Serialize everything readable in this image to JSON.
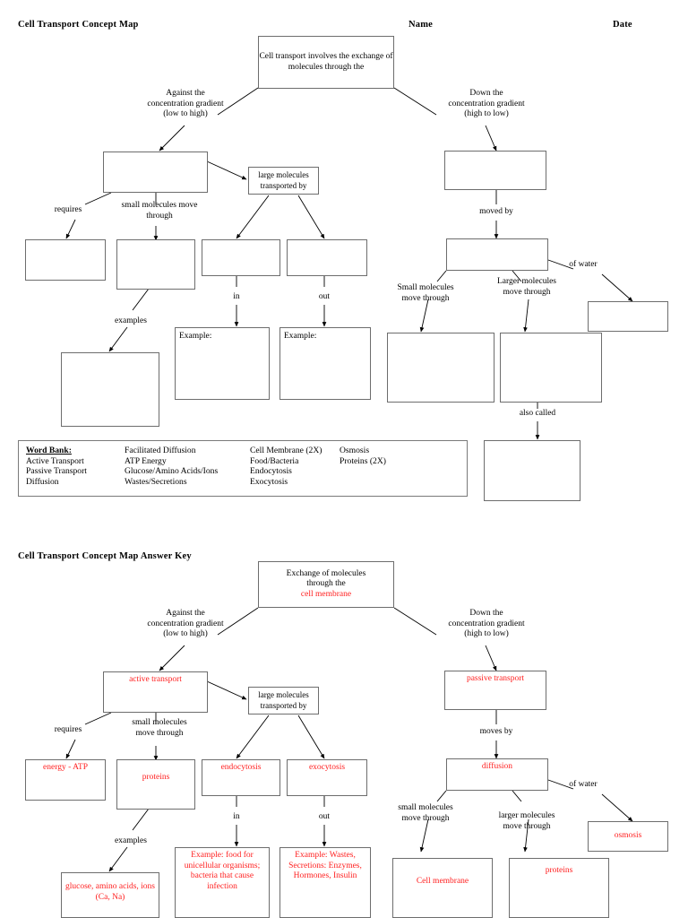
{
  "page": {
    "headers": {
      "top_title": "Cell Transport Concept Map",
      "name_label": "Name",
      "date_label": "Date",
      "answer_key_title": "Cell Transport Concept Map Answer Key"
    },
    "accent_red": "#ff2020",
    "box_border": "#6d6d6d"
  },
  "blank_map": {
    "root_box": "Cell transport involves the exchange of molecules through the",
    "left_branch_label": "Against the\nconcentration gradient\n(low to high)",
    "right_branch_label": "Down the\nconcentration gradient\n(high to low)",
    "active_box": "",
    "large_molecules_box": "large molecules transported by",
    "requires_label": "requires",
    "small_molecules_label": "small molecules move through",
    "requires_box": "",
    "small_molecules_box": "",
    "endo_box": "",
    "exo_box": "",
    "in_label": "in",
    "out_label": "out",
    "examples_label": "examples",
    "examples_box": "",
    "example_in_box": "Example:",
    "example_out_box": "Example:",
    "passive_box": "",
    "moved_by_label": "moved by",
    "diffusion_box": "",
    "small_move_label": "Small molecules\nmove through",
    "larger_move_label": "Larger molecules\nmove through",
    "of_water_label": "of water",
    "osmosis_box": "",
    "cell_membrane_box": "",
    "proteins_box": "",
    "also_called_label": "also called",
    "also_called_box": ""
  },
  "word_bank": {
    "title": "Word Bank:",
    "columns": [
      [
        "Active Transport",
        "Passive Transport",
        "Diffusion"
      ],
      [
        "Facilitated Diffusion",
        "ATP Energy",
        "Glucose/Amino Acids/Ions",
        "Wastes/Secretions"
      ],
      [
        "Cell Membrane (2X)",
        "Food/Bacteria",
        "Endocytosis",
        "Exocytosis"
      ],
      [
        "Osmosis",
        "Proteins (2X)"
      ]
    ]
  },
  "answer_map": {
    "root_box_line1": "Exchange of molecules",
    "root_box_line2": "through the",
    "root_box_line3_red": "cell membrane",
    "left_branch_label": "Against the\nconcentration gradient\n(low to high)",
    "right_branch_label": "Down the\nconcentration gradient\n(high to low)",
    "active_box": "active transport",
    "large_molecules_box": "large molecules transported by",
    "requires_label": "requires",
    "small_molecules_label": "small molecules\nmove through",
    "requires_box": "energy - ATP",
    "small_molecules_box": "proteins",
    "endo_box": "endocytosis",
    "exo_box": "exocytosis",
    "in_label": "in",
    "out_label": "out",
    "examples_label": "examples",
    "examples_box": "glucose, amino acids, ions (Ca, Na)",
    "example_in_box": "Example: food for unicellular organisms; bacteria that cause infection",
    "example_out_box": "Example: Wastes, Secretions: Enzymes, Hormones, Insulin",
    "passive_box": "passive transport",
    "moved_by_label": "moves by",
    "diffusion_box": "diffusion",
    "small_move_label": "small molecules\nmove through",
    "larger_move_label": "larger molecules\nmove through",
    "of_water_label": "of water",
    "osmosis_box": "osmosis",
    "cell_membrane_box": "Cell membrane",
    "proteins_box": "proteins"
  }
}
